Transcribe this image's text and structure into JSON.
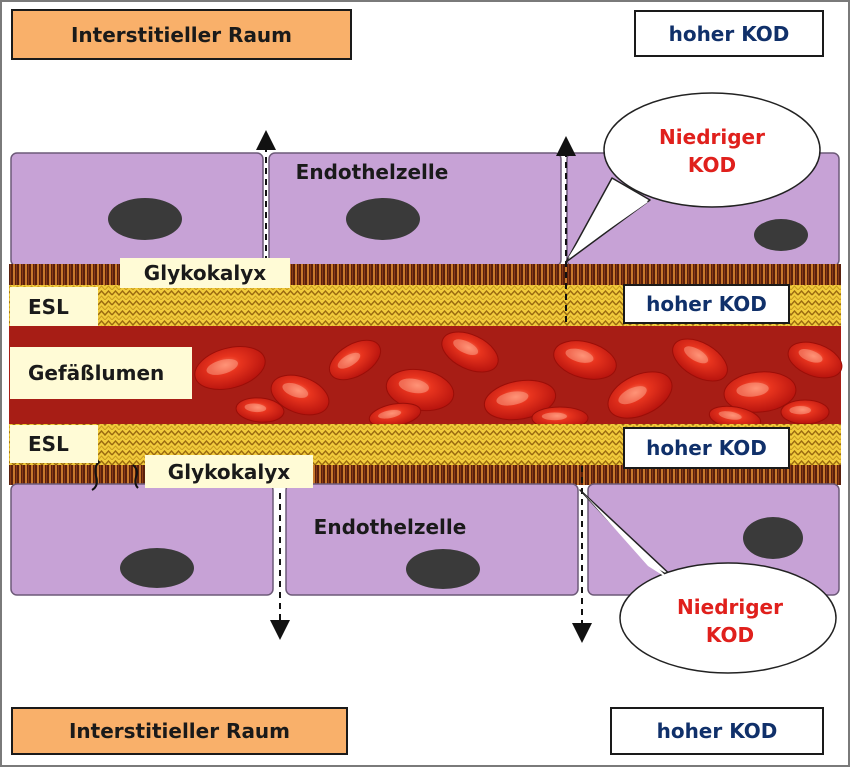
{
  "labels": {
    "interstitial_top": "Interstitieller Raum",
    "interstitial_bottom": "Interstitieller Raum",
    "kod_top_right": "hoher KOD",
    "kod_bottom_right": "hoher KOD",
    "kod_esl_top": "hoher KOD",
    "kod_esl_bottom": "hoher KOD",
    "endothel_top": "Endothelzelle",
    "endothel_bottom": "Endothelzelle",
    "glyko_top": "Glykokalyx",
    "glyko_bottom": "Glykokalyx",
    "esl_top": "ESL",
    "esl_bottom": "ESL",
    "lumen": "Gefäßlumen",
    "bubble_top_line1": "Niedriger",
    "bubble_top_line2": "KOD",
    "bubble_bottom_line1": "Niedriger",
    "bubble_bottom_line2": "KOD"
  },
  "colors": {
    "interstitial_fill": "#f9b06a",
    "endothel_cell": "#c7a2d6",
    "nucleus": "#3a3a3a",
    "esl_yellow": "#f2cc3c",
    "glycocalyx_brown": "#6b2a10",
    "blood_red": "#d8281c",
    "kod_text": "#10306a",
    "bubble_text": "#e0201c"
  }
}
